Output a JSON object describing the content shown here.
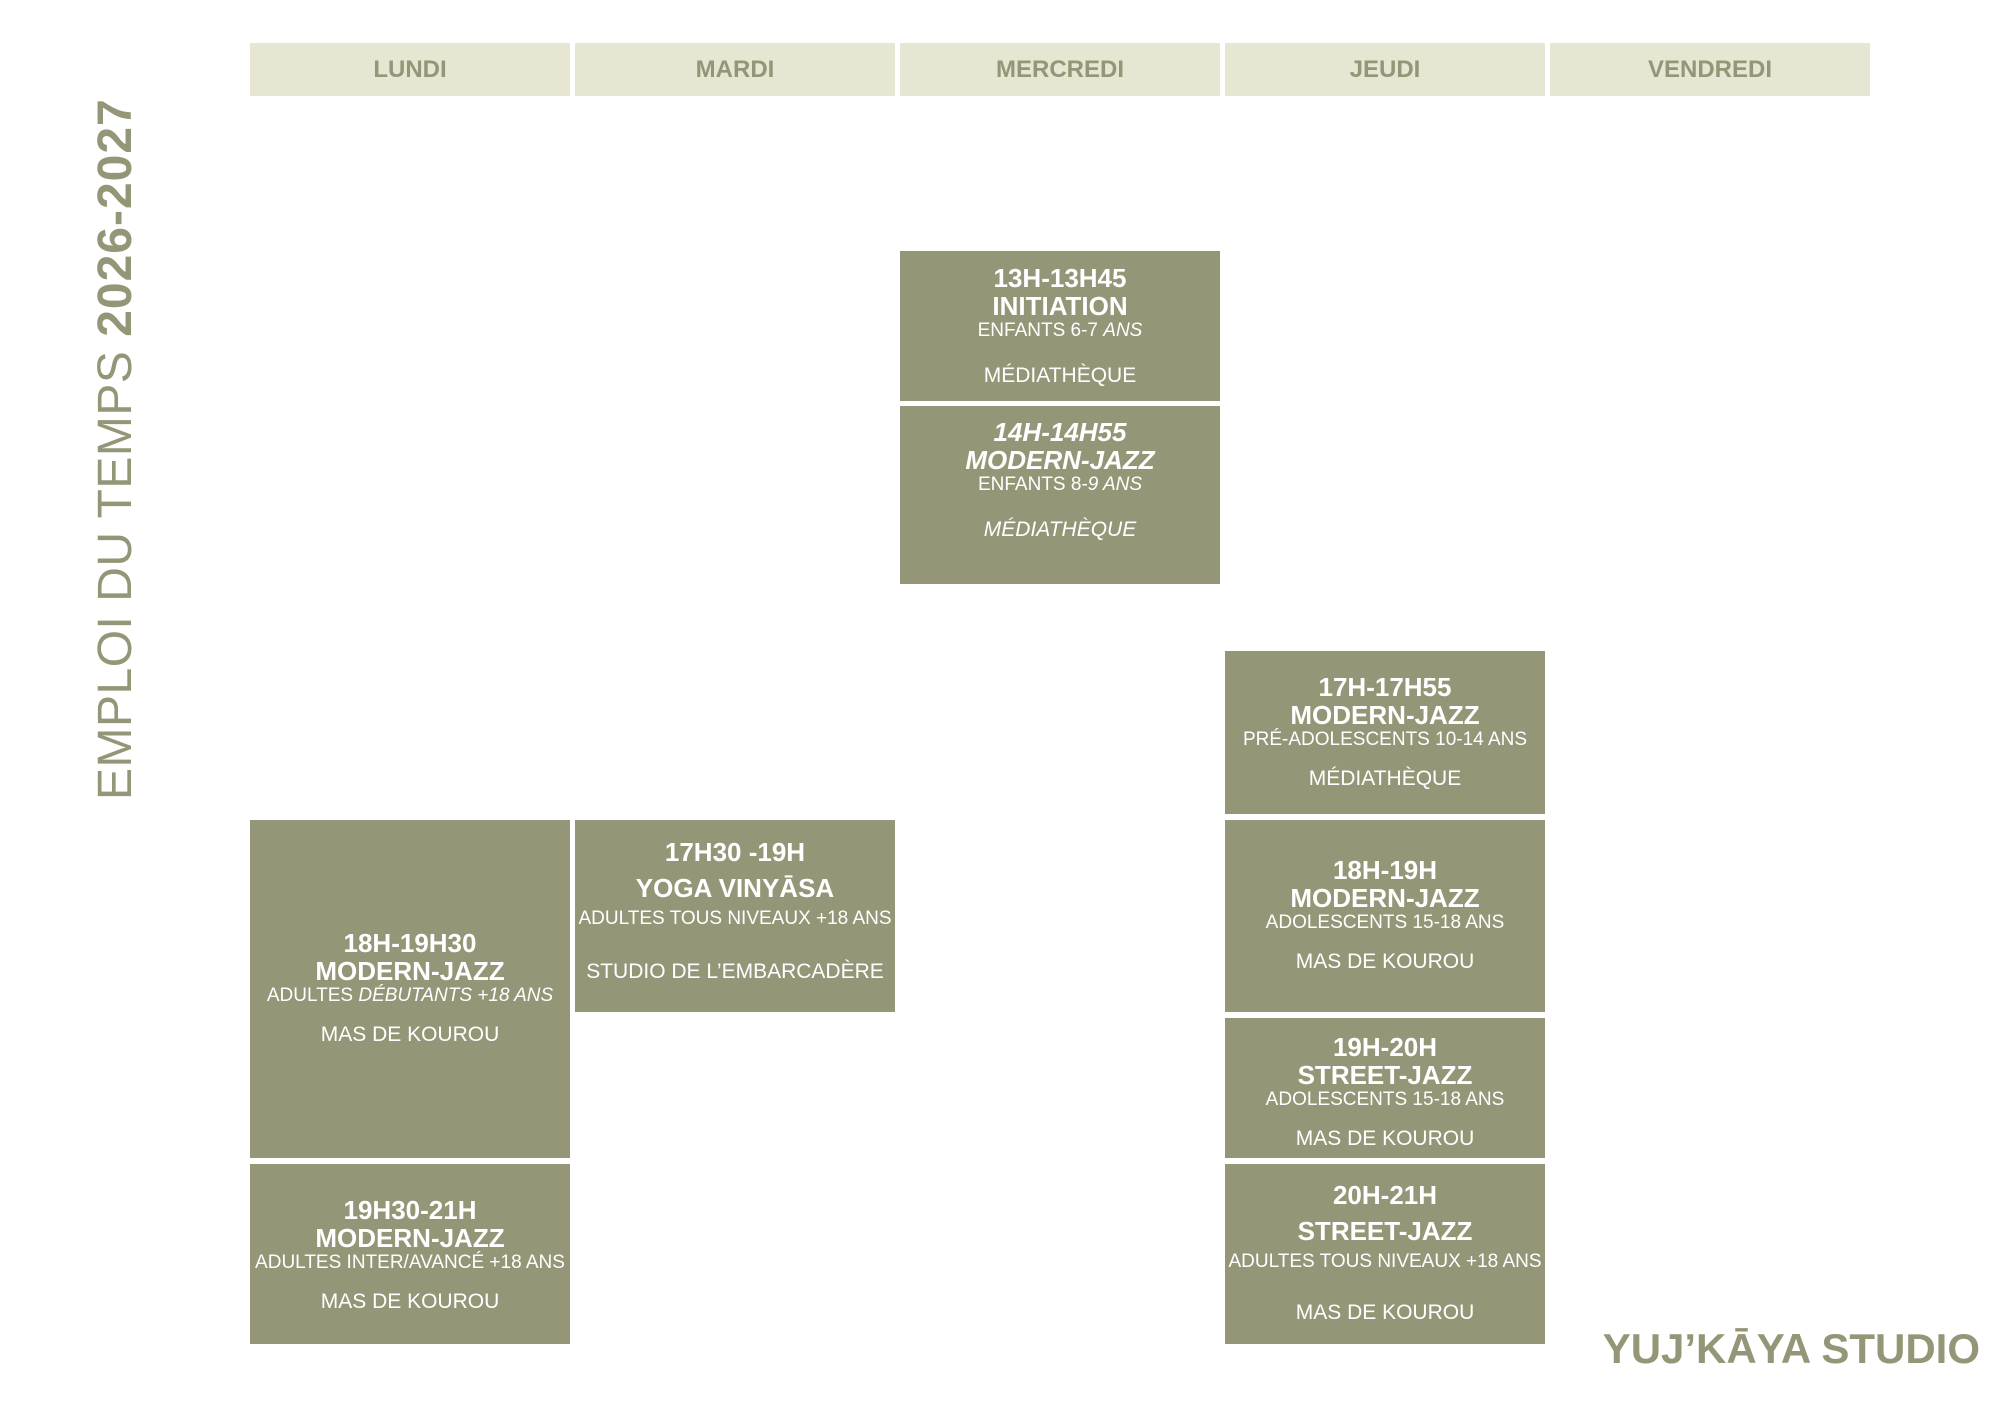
{
  "side_title": {
    "light": "EMPLOI DU TEMPS ",
    "bold": "2026-2027"
  },
  "days": [
    "LUNDI",
    "MARDI",
    "MERCREDI",
    "JEUDI",
    "VENDREDI"
  ],
  "slots": {
    "mer_1": {
      "time": "13H-13H45",
      "course": "INITIATION",
      "audience_a": "ENFANTS 6-7 ",
      "audience_b": "ANS",
      "place": "MÉDIATHÈQUE"
    },
    "mer_2": {
      "time": "14H-14H55",
      "course": "MODERN-JAZZ",
      "audience_a": "ENFANTS 8-",
      "audience_b": "9 ANS",
      "place": "MÉDIATHÈQUE"
    },
    "jeu_1": {
      "time": "17H-17H55",
      "course": "MODERN-JAZZ",
      "audience": "PRÉ-ADOLESCENTS 10-14 ANS",
      "place": "MÉDIATHÈQUE"
    },
    "lun_1": {
      "time": "18H-19H30",
      "course": "MODERN-JAZZ",
      "audience_a": "ADULTES ",
      "audience_b": "DÉBUTANTS +18 ANS",
      "place": "MAS DE KOUROU"
    },
    "mar_1": {
      "time": "17H30 -19H",
      "course": "YOGA VINYĀSA",
      "audience": "ADULTES TOUS NIVEAUX +18 ANS",
      "place": "STUDIO DE L’EMBARCADÈRE"
    },
    "jeu_2": {
      "time": "18H-19H",
      "course": "MODERN-JAZZ",
      "audience": "ADOLESCENTS 15-18 ANS",
      "place": "MAS DE KOUROU"
    },
    "jeu_3": {
      "time": "19H-20H",
      "course": "STREET-JAZZ",
      "audience": "ADOLESCENTS 15-18 ANS",
      "place": "MAS DE KOUROU"
    },
    "lun_2": {
      "time": "19H30-21H",
      "course": "MODERN-JAZZ",
      "audience": "ADULTES INTER/AVANCÉ +18 ANS",
      "place": "MAS DE KOUROU"
    },
    "jeu_4": {
      "time": "20H-21H",
      "course": "STREET-JAZZ",
      "audience": "ADULTES TOUS NIVEAUX +18 ANS",
      "place": "MAS DE KOUROU"
    }
  },
  "brand": "YUJ’KĀYA STUDIO",
  "colors": {
    "accent": "#959677",
    "header_bg": "#e7e6d3",
    "text_on_accent": "#ffffff"
  }
}
